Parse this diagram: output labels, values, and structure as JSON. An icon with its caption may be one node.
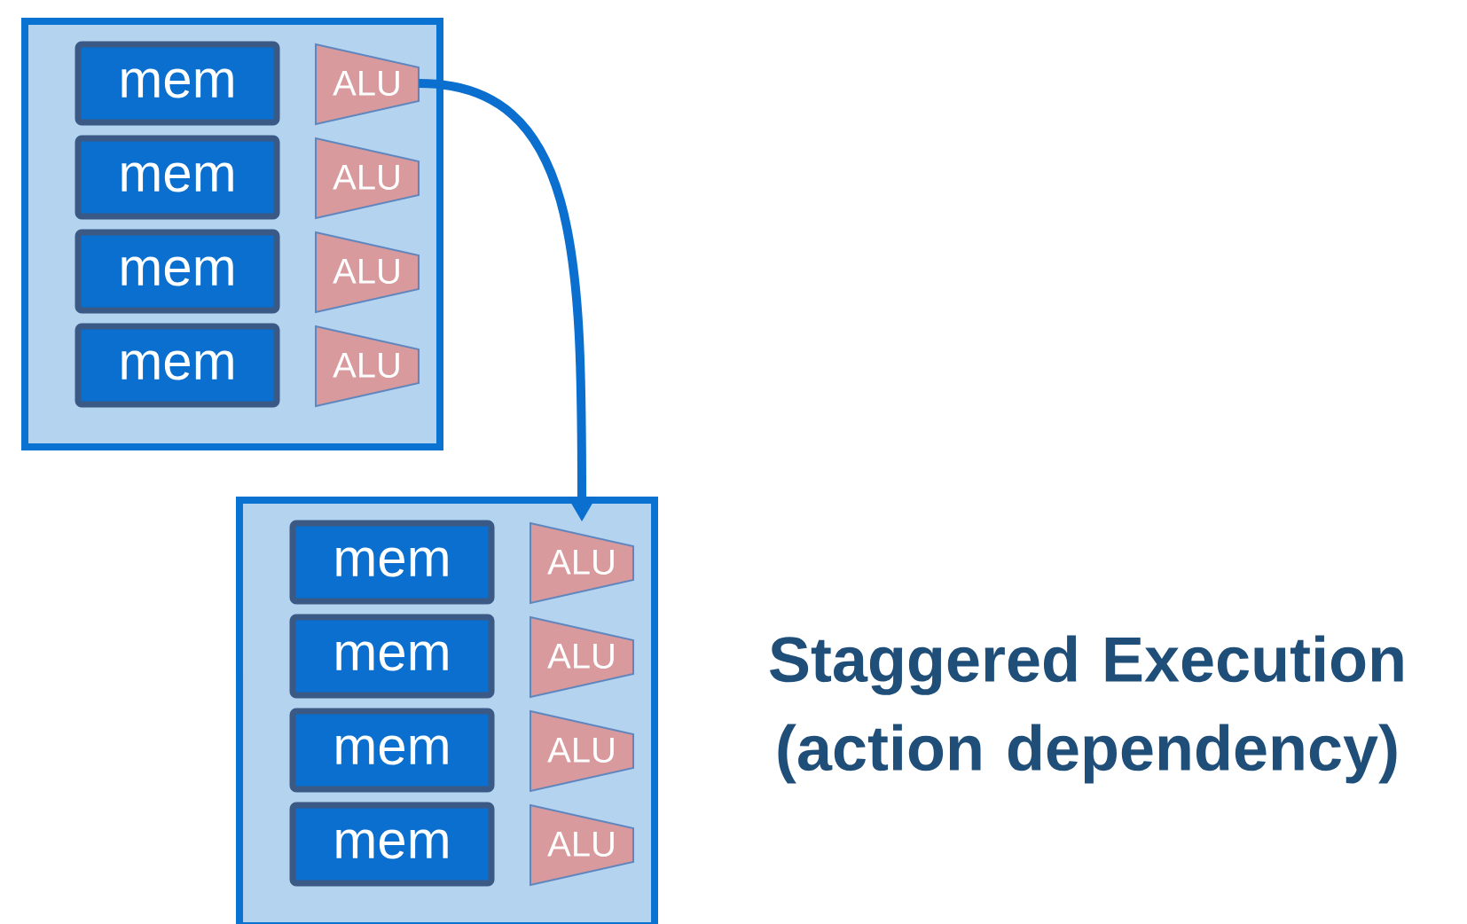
{
  "diagram": {
    "nodes": [
      {
        "text": [],
        "shape": "box"
      },
      {
        "text": [
          "mem"
        ],
        "in": 0
      },
      {
        "text": [
          "ALU"
        ],
        "in": 0
      },
      {
        "text": [
          "mem"
        ],
        "in": 0
      },
      {
        "text": [
          "ALU"
        ],
        "in": 0
      },
      {
        "text": [
          "mem"
        ],
        "in": 0
      },
      {
        "text": [
          "ALU"
        ],
        "in": 0
      },
      {
        "text": [
          "mem"
        ],
        "in": 0
      },
      {
        "text": [
          "ALU"
        ],
        "in": 0
      },
      {
        "text": [],
        "shape": "box"
      },
      {
        "text": [
          "mem"
        ],
        "in": 9
      },
      {
        "text": [
          "ALU"
        ],
        "in": 9
      },
      {
        "text": [
          "mem"
        ],
        "in": 9
      },
      {
        "text": [
          "ALU"
        ],
        "in": 9
      },
      {
        "text": [
          "mem"
        ],
        "in": 9
      },
      {
        "text": [
          "ALU"
        ],
        "in": 9
      },
      {
        "text": [
          "mem"
        ],
        "in": 9
      },
      {
        "text": [
          "ALU"
        ],
        "in": 9
      }
    ],
    "edges": [
      {
        "from": 2,
        "to": 11,
        "arrow": "to"
      }
    ],
    "labels": [
      "Staggered Execution (action dependency)"
    ]
  }
}
